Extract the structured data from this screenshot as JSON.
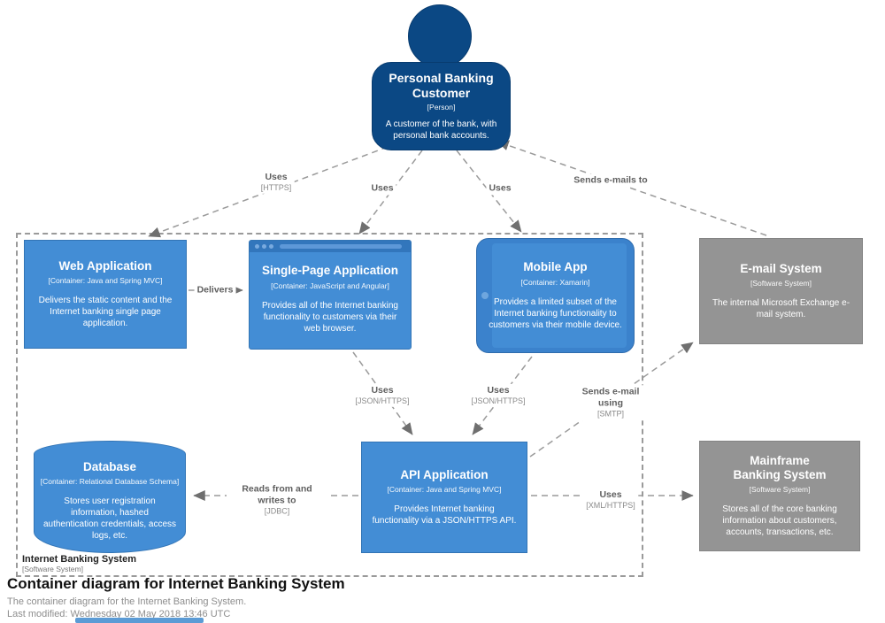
{
  "person": {
    "name": "Personal Banking Customer",
    "type": "[Person]",
    "description": "A customer of the bank, with personal bank accounts."
  },
  "containers": {
    "web_app": {
      "name": "Web Application",
      "type": "[Container: Java and Spring MVC]",
      "description": "Delivers the static content and the Internet banking single page application."
    },
    "spa": {
      "name": "Single-Page Application",
      "type": "[Container: JavaScript and Angular]",
      "description": "Provides all of the Internet banking functionality to customers via their web browser."
    },
    "mobile_app": {
      "name": "Mobile App",
      "type": "[Container: Xamarin]",
      "description": "Provides a limited subset of the Internet banking functionality to customers via their mobile device."
    },
    "database": {
      "name": "Database",
      "type": "[Container: Relational Database Schema]",
      "description": "Stores user registration information, hashed authentication credentials, access logs, etc."
    },
    "api_app": {
      "name": "API Application",
      "type": "[Container: Java and Spring MVC]",
      "description": "Provides Internet banking functionality via a JSON/HTTPS API."
    }
  },
  "external_systems": {
    "email": {
      "name": "E-mail System",
      "type": "[Software System]",
      "description": "The internal Microsoft Exchange e-mail system."
    },
    "mainframe": {
      "name": "Mainframe Banking System",
      "type": "[Software System]",
      "description": "Stores all of the core banking information about customers, accounts, transactions, etc."
    }
  },
  "boundary": {
    "name": "Internet Banking System",
    "type": "[Software System]"
  },
  "relationships": [
    {
      "label": "Uses",
      "tech": "[HTTPS]"
    },
    {
      "label": "Uses",
      "tech": ""
    },
    {
      "label": "Uses",
      "tech": ""
    },
    {
      "label": "Sends e-mails to",
      "tech": ""
    },
    {
      "label": "Delivers",
      "tech": ""
    },
    {
      "label": "Uses",
      "tech": "[JSON/HTTPS]"
    },
    {
      "label": "Uses",
      "tech": "[JSON/HTTPS]"
    },
    {
      "label": "Sends e-mail using",
      "tech": "[SMTP]"
    },
    {
      "label": "Reads from and writes to",
      "tech": "[JDBC]"
    },
    {
      "label": "Uses",
      "tech": "[XML/HTTPS]"
    }
  ],
  "footer": {
    "title": "Container diagram for Internet Banking System",
    "subtitle": "The container diagram for the Internet Banking System.",
    "last_modified": "Last modified: Wednesday 02 May 2018 13:46 UTC"
  },
  "colors": {
    "person": "#0b4884",
    "container": "#438dd5",
    "external": "#949494",
    "accent": "#5b9bd5"
  }
}
